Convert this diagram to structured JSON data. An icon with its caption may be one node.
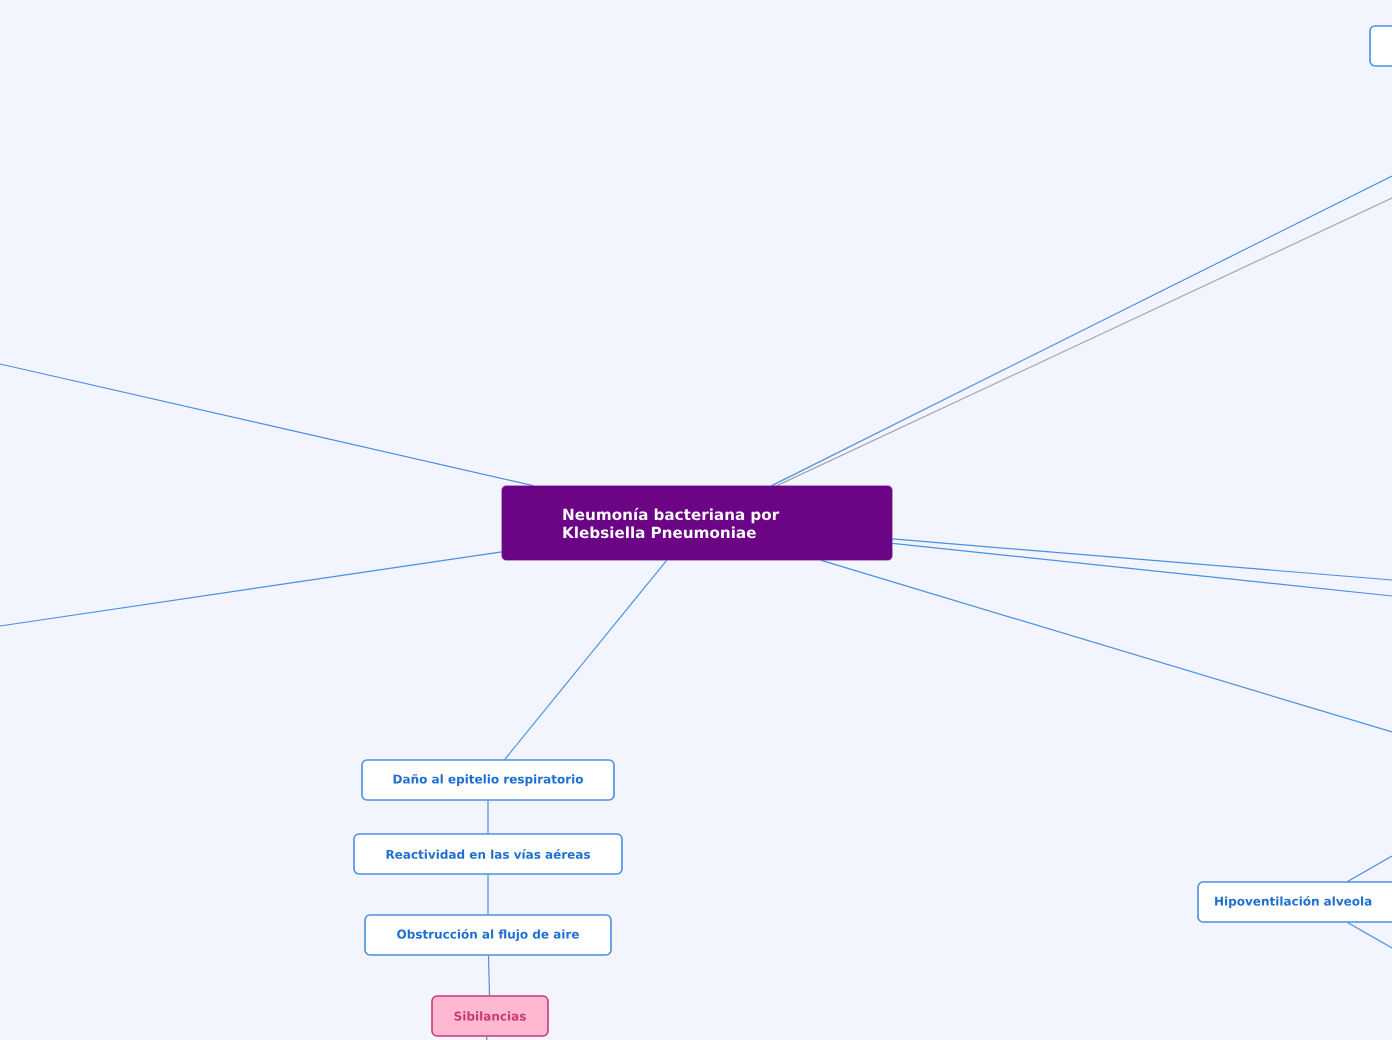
{
  "diagram": {
    "nodes": [
      {
        "text": [
          "Neumonía bacteriana por Klebsiella Pneumoniae"
        ]
      },
      {
        "text": [],
        "shape": "box"
      },
      {
        "text": [
          "Daño al epitelio respiratorio"
        ]
      },
      {
        "text": [
          "Reactividad en las vías aéreas"
        ]
      },
      {
        "text": [
          "Obstrucción al flujo de aire"
        ]
      },
      {
        "text": [
          "Sibilancias"
        ]
      },
      {
        "text": [
          "Hipoventilación alveola"
        ]
      }
    ],
    "edges": [
      {
        "from": 0,
        "to": null,
        "arrow": "none"
      },
      {
        "from": 0,
        "to": null,
        "arrow": "none"
      },
      {
        "from": 0,
        "to": null,
        "arrow": "none"
      },
      {
        "from": 0,
        "to": null,
        "arrow": "none",
        "color": "#a6a6a6"
      },
      {
        "from": 0,
        "to": null,
        "arrow": "none"
      },
      {
        "from": 0,
        "to": null,
        "arrow": "none"
      },
      {
        "from": 0,
        "to": null,
        "arrow": "none"
      },
      {
        "from": 0,
        "to": 2,
        "arrow": "none"
      },
      {
        "from": 2,
        "to": 3,
        "arrow": "none"
      },
      {
        "from": 3,
        "to": 4,
        "arrow": "none"
      },
      {
        "from": 4,
        "to": 5,
        "arrow": "none"
      },
      {
        "from": 5,
        "to": null,
        "arrow": "none"
      },
      {
        "from": 6,
        "to": null,
        "arrow": "none"
      },
      {
        "from": 6,
        "to": null,
        "arrow": "none"
      }
    ]
  }
}
